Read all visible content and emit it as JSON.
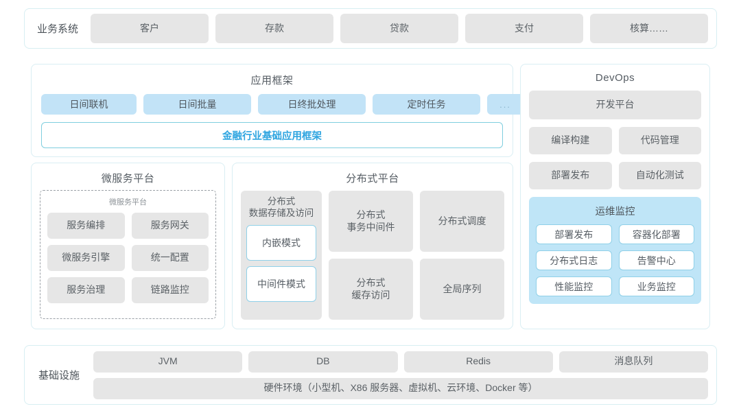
{
  "colors": {
    "accent_blue": "#2fa5e0",
    "chip_blue": "#c2e3f7",
    "chip_gray": "#e6e6e6",
    "panel_border": "#d9eef3",
    "ops_bg": "#bfe5f7"
  },
  "business_systems": {
    "label": "业务系统",
    "items": [
      "客户",
      "存款",
      "贷款",
      "支付",
      "核算……"
    ]
  },
  "app_framework": {
    "title": "应用框架",
    "items": [
      "日间联机",
      "日间批量",
      "日终批处理",
      "定时任务",
      "..."
    ],
    "base_framework": "金融行业基础应用框架"
  },
  "microservice": {
    "title": "微服务平台",
    "inner_title": "微服务平台",
    "items": [
      "服务编排",
      "服务网关",
      "微服务引擎",
      "统一配置",
      "服务治理",
      "链路监控"
    ]
  },
  "distributed": {
    "title": "分布式平台",
    "storage": {
      "label": "分布式\n数据存储及访问",
      "label_line1": "分布式",
      "label_line2": "数据存储及访问",
      "modes": [
        "内嵌模式",
        "中间件模式"
      ]
    },
    "cells": [
      {
        "line1": "分布式",
        "line2": "事务中间件"
      },
      {
        "line1": "分布式调度",
        "line2": ""
      },
      {
        "line1": "分布式",
        "line2": "缓存访问"
      },
      {
        "line1": "全局序列",
        "line2": ""
      }
    ]
  },
  "devops": {
    "title": "DevOps",
    "platform": "开发平台",
    "row1": [
      "编译构建",
      "代码管理"
    ],
    "row2": [
      "部署发布",
      "自动化测试"
    ],
    "ops": {
      "title": "运维监控",
      "items": [
        "部署发布",
        "容器化部署",
        "分布式日志",
        "告警中心",
        "性能监控",
        "业务监控"
      ]
    }
  },
  "infrastructure": {
    "label": "基础设施",
    "items": [
      "JVM",
      "DB",
      "Redis",
      "消息队列"
    ],
    "hardware": "硬件环境（小型机、X86 服务器、虚拟机、云环境、Docker 等）"
  }
}
